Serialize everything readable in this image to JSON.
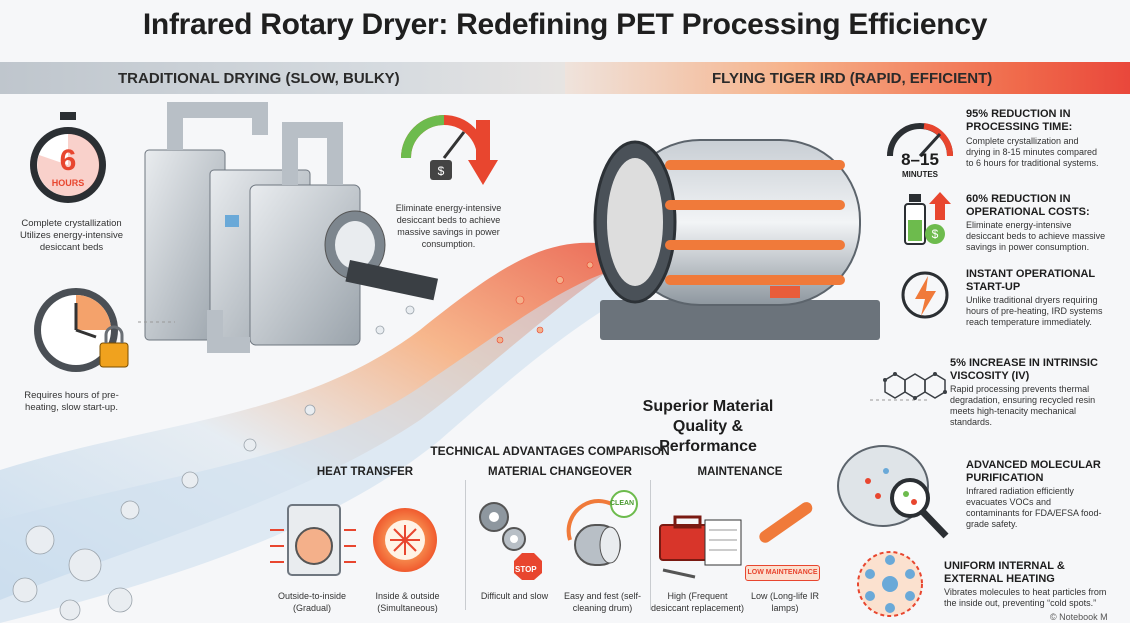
{
  "title": "Infrared Rotary Dryer: Redefining PET Processing Efficiency",
  "banners": {
    "left": "TRADITIONAL DRYING (SLOW, BULKY)",
    "right": "FLYING TIGER IRD (RAPID, EFFICIENT)"
  },
  "traditional": {
    "timer_value": "6",
    "timer_unit": "HOURS",
    "crystallization_text": "Complete crystallization Utilizes energy-intensive desiccant beds",
    "preheat_text": "Requires hours of pre-heating, slow start-up.",
    "energy_text": "Eliminate energy-intensive desiccant beds to achieve massive savings in power consumption."
  },
  "ird": {
    "timer_value": "8–15",
    "timer_unit": "MINUTES",
    "center_heading": "Superior Material Quality & Performance",
    "features": [
      {
        "title": "95% REDUCTION IN PROCESSING TIME:",
        "body": "Complete crystallization and drying in 8-15 minutes compared to 6 hours for traditional systems."
      },
      {
        "title": "60% REDUCTION IN OPERATIONAL COSTS:",
        "body": "Eliminate energy-intensive desiccant beds to achieve massive savings in power consumption."
      },
      {
        "title": "INSTANT OPERATIONAL START-UP",
        "body": "Unlike traditional dryers requiring hours of pre-heating, IRD systems reach temperature immediately."
      },
      {
        "title": "5% INCREASE IN INTRINSIC VISCOSITY (IV)",
        "body": "Rapid processing prevents thermal degradation, ensuring recycled resin meets high-tenacity mechanical standards."
      },
      {
        "title": "ADVANCED MOLECULAR PURIFICATION",
        "body": "Infrared radiation efficiently evacuates VOCs and contaminants for FDA/EFSA food-grade safety."
      },
      {
        "title": "UNIFORM INTERNAL & EXTERNAL HEATING",
        "body": "Vibrates molecules to heat particles from the inside out, preventing “cold spots.”"
      }
    ]
  },
  "comparison": {
    "heading": "TECHNICAL ADVANTAGES COMPARISON",
    "columns": [
      {
        "title": "HEAT TRANSFER",
        "left_label": "Outside-to-inside (Gradual)",
        "right_label": "Inside & outside (Simultaneous)"
      },
      {
        "title": "MATERIAL CHANGEOVER",
        "left_label": "Difficult and slow",
        "right_label": "Easy and fest (self-cleaning drum)",
        "stop_label": "STOP",
        "clean_label": "CLEAN"
      },
      {
        "title": "MAINTENANCE",
        "left_label": "High (Frequent desiccant replacement)",
        "right_label": "Low (Long-life IR lamps)",
        "badge_label": "LOW MAINTENANCE"
      }
    ]
  },
  "footer": {
    "watermark": "© Notebook M"
  },
  "colors": {
    "accent": "#e8462f",
    "flow": "#f07a3a",
    "steel": "#9aa3ab",
    "dark": "#2b2f33"
  }
}
